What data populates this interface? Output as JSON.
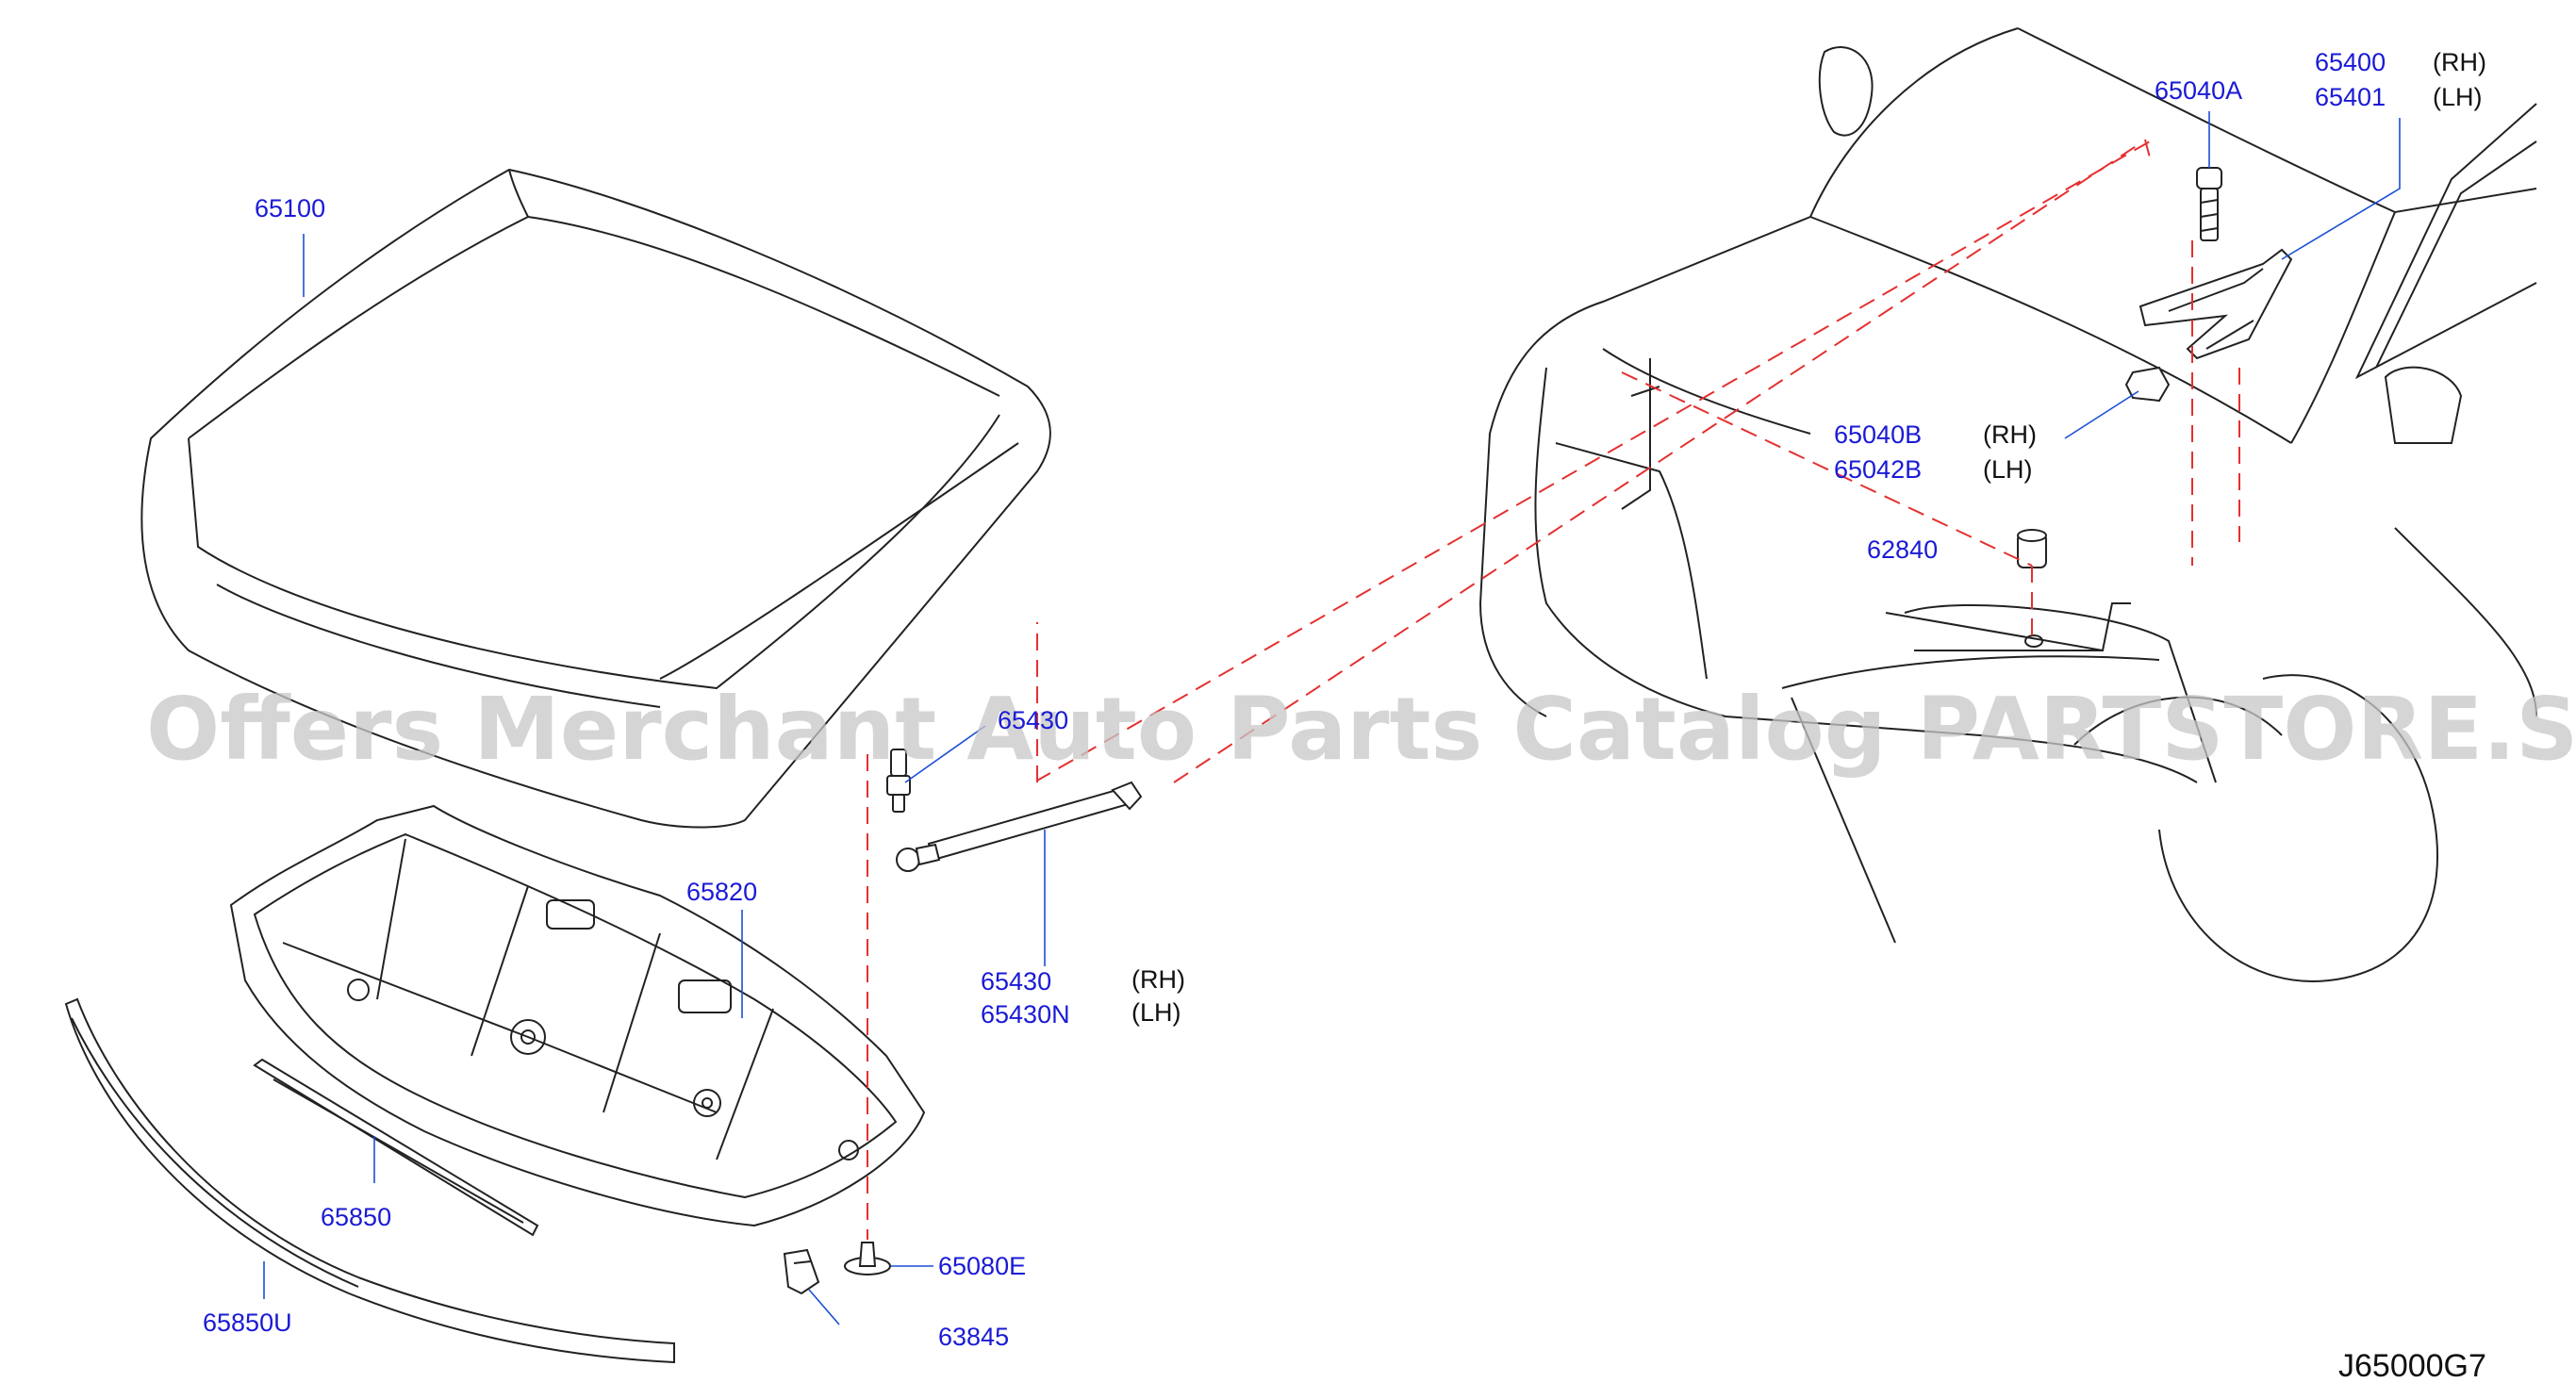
{
  "watermark": "Offers Merchant Auto Parts Catalog PARTSTORE.SA",
  "diagram_code": "J65000G7",
  "callouts": {
    "hood": "65100",
    "hood_insulator": "65820",
    "seal_65850": "65850",
    "seal_65850u": "65850U",
    "clip_65080e": "65080E",
    "bumper_63845": "63845",
    "stay_rh": "65430",
    "stay_lh": "65430N",
    "stay_ball": "65430",
    "bolt_65040a": "65040A",
    "hinge_rh": "65400",
    "hinge_lh": "65401",
    "nut_rh": "65040B",
    "nut_lh": "65042B",
    "bumper_62840": "62840"
  },
  "sides": {
    "rh": "(RH)",
    "lh": "(LH)"
  },
  "colors": {
    "callout": "#1a1ad6",
    "leader": "#1a4fd6",
    "dashed_guide": "#e53030"
  }
}
